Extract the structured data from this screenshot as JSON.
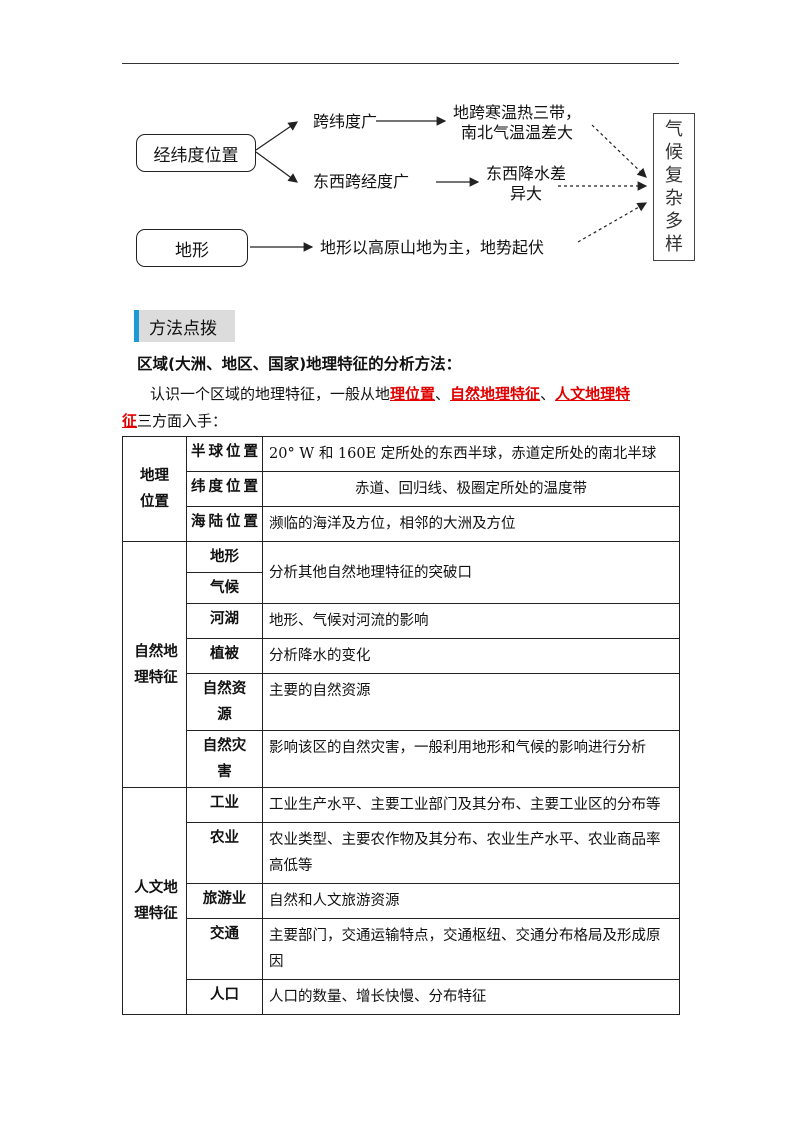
{
  "diagram": {
    "nodes": {
      "latlon_position": "经纬度位置",
      "terrain": "地形",
      "lat_span": "跨纬度广",
      "lon_span": "东西跨经度广",
      "result1_line1": "地跨寒温热三带，",
      "result1_line2": "南北气温温差大",
      "result2_line1": "东西降水差",
      "result2_line2": "异大",
      "terrain_result": "地形以高原山地为主，地势起伏",
      "climate": [
        "气",
        "候",
        "复",
        "杂",
        "多",
        "样"
      ]
    }
  },
  "method": {
    "label": "方法点拨"
  },
  "heading": "区域(大洲、地区、国家)地理特征的分析方法：",
  "intro": {
    "before": "认识一个区域的地理特征，一般从地",
    "k1": "理位置",
    "sep1": "、",
    "k2": "自然地理特征",
    "sep2": "、",
    "k3": "人文地理特",
    "k3b": "征",
    "after": "三方面入手："
  },
  "table": {
    "geo": {
      "label": "地理位置",
      "rows": [
        {
          "sub": "半球位置",
          "desc": "20° W 和 160E 定所处的东西半球，赤道定所处的南北半球"
        },
        {
          "sub": "纬度位置",
          "desc": "赤道、回归线、极圈定所处的温度带"
        },
        {
          "sub": "海陆位置",
          "desc": "濒临的海洋及方位，相邻的大洲及方位"
        }
      ]
    },
    "natural": {
      "label": "自然地理特征",
      "rows": [
        {
          "sub": "地形",
          "desc": "分析其他自然地理特征的突破口"
        },
        {
          "sub": "气候",
          "desc": ""
        },
        {
          "sub": "河湖",
          "desc": "地形、气候对河流的影响"
        },
        {
          "sub": "植被",
          "desc": "分析降水的变化"
        },
        {
          "sub": "自然资源",
          "desc": "主要的自然资源"
        },
        {
          "sub": "自然灾害",
          "desc": "影响该区的自然灾害，一般利用地形和气候的影响进行分析"
        }
      ]
    },
    "human": {
      "label": "人文地理特征",
      "rows": [
        {
          "sub": "工业",
          "desc": "工业生产水平、主要工业部门及其分布、主要工业区的分布等"
        },
        {
          "sub": "农业",
          "desc": "农业类型、主要农作物及其分布、农业生产水平、农业商品率高低等"
        },
        {
          "sub": "旅游业",
          "desc": "自然和人文旅游资源"
        },
        {
          "sub": "交通",
          "desc": "主要部门，交通运输特点，交通枢纽、交通分布格局及形成原因"
        },
        {
          "sub": "人口",
          "desc": "人口的数量、增长快慢、分布特征"
        }
      ]
    }
  }
}
